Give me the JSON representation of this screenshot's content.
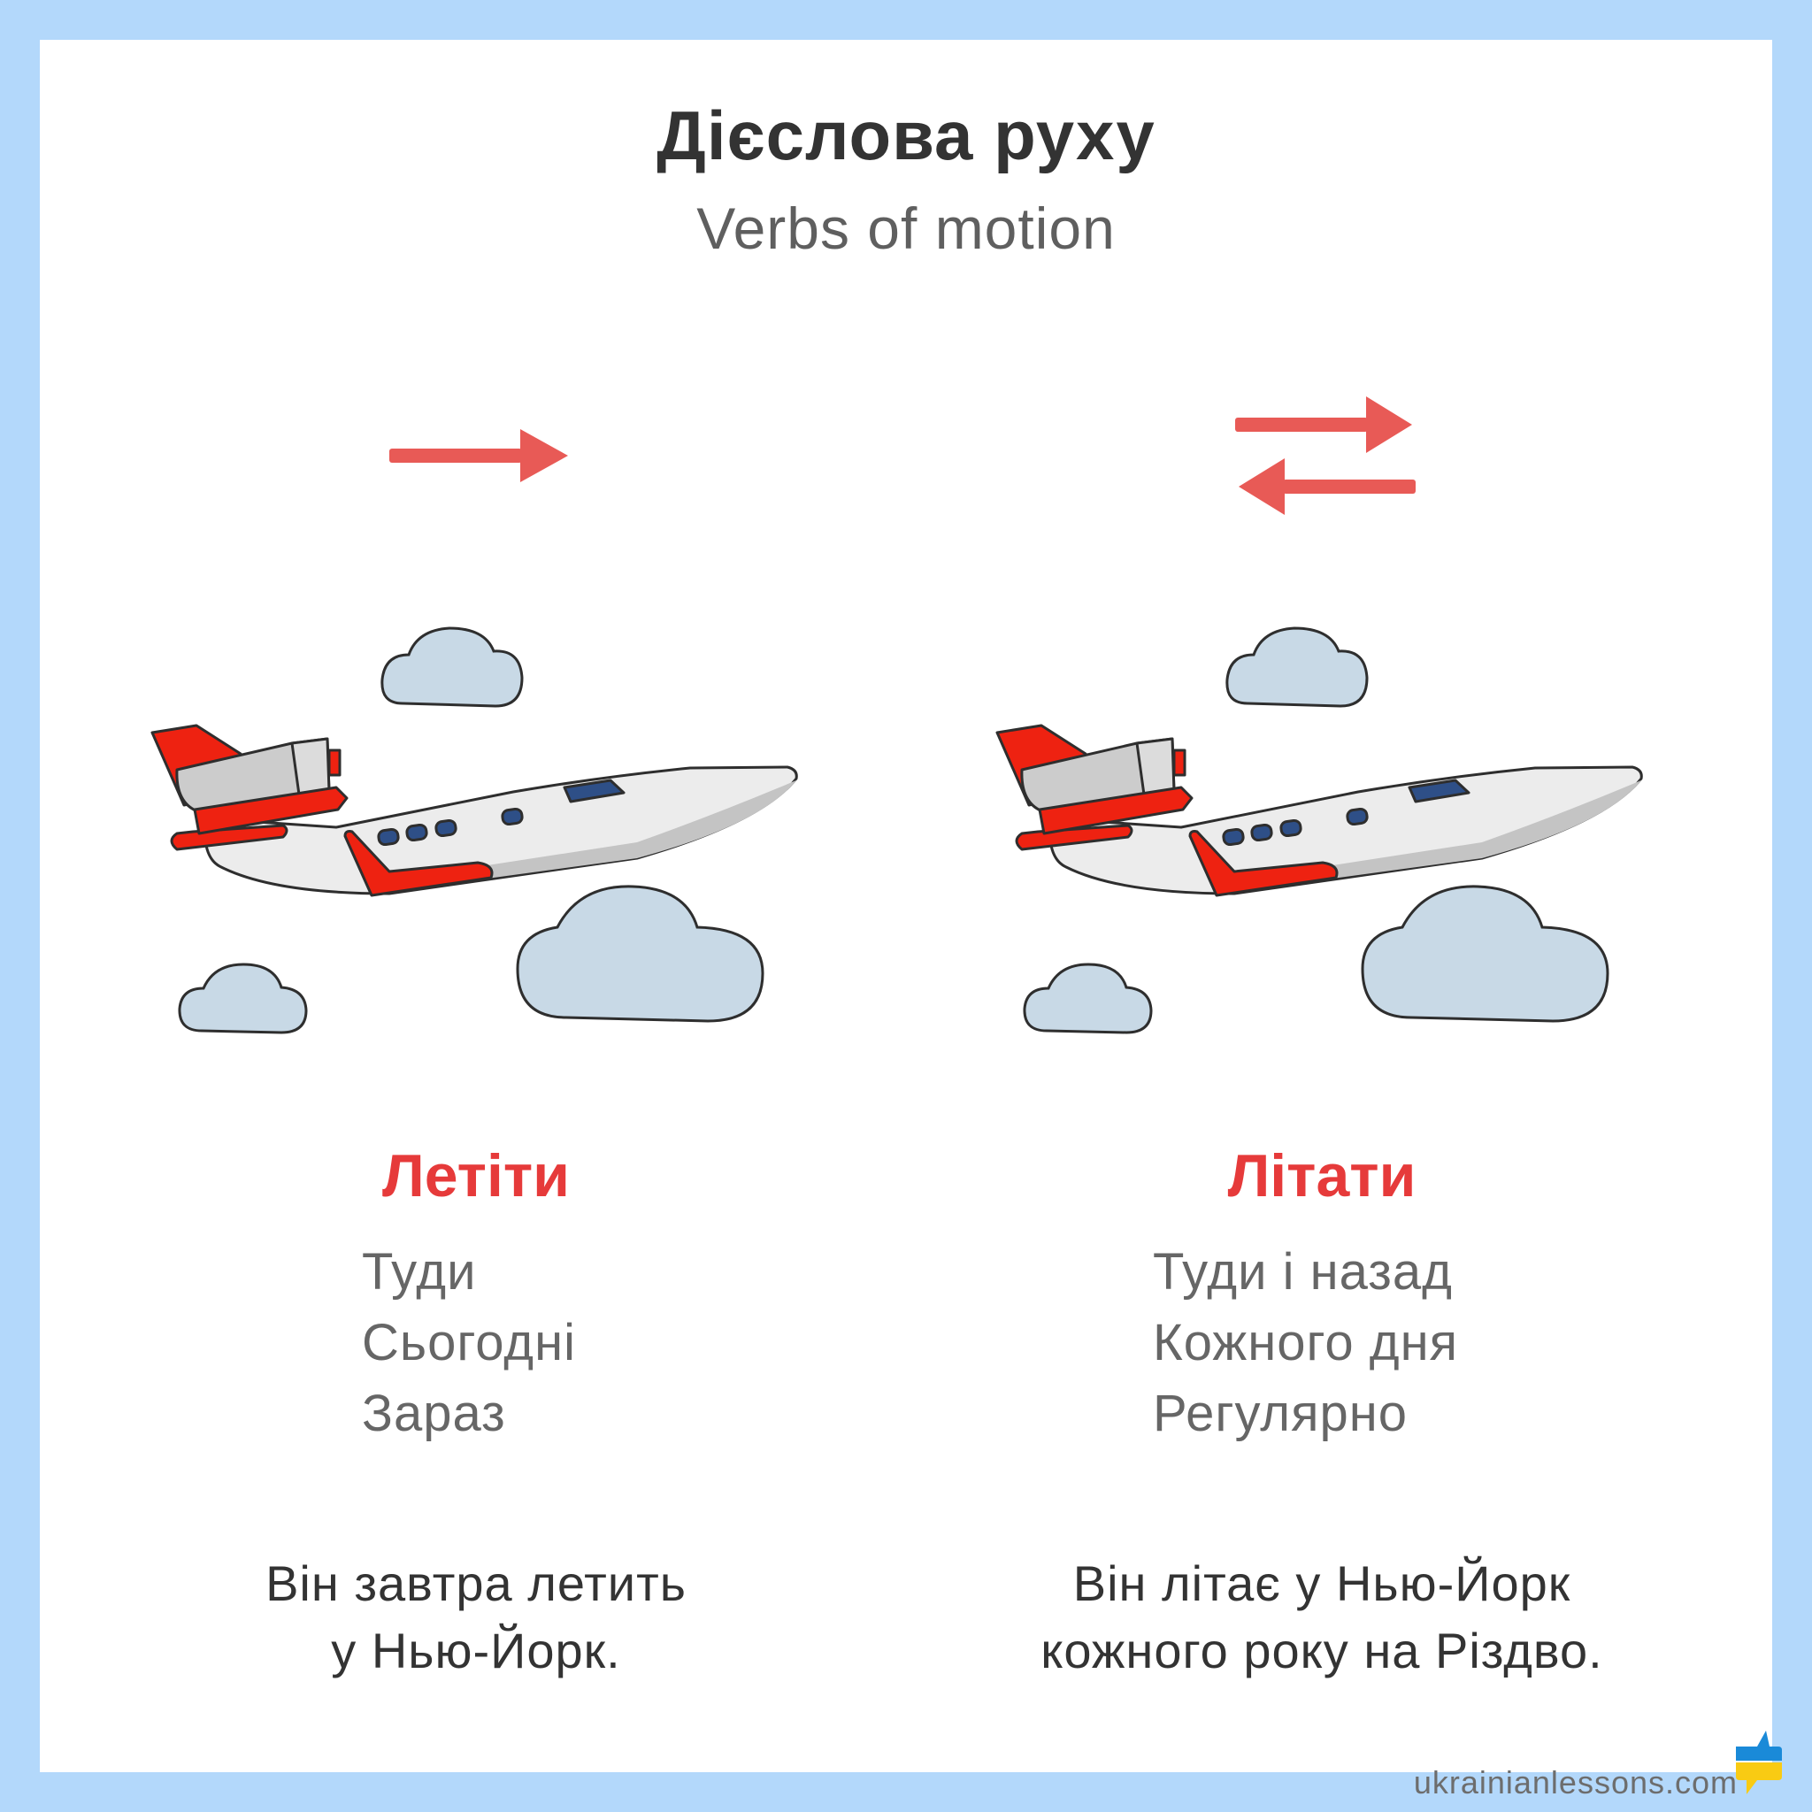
{
  "header": {
    "title": "Дієслова руху",
    "subtitle": "Verbs of motion"
  },
  "columns": [
    {
      "verb": "Летіти",
      "direction_icon": "right-arrow-icon",
      "words": [
        "Туди",
        "Сьогодні",
        "Зараз"
      ],
      "example": [
        "Він завтра летить",
        "у Нью-Йорк."
      ]
    },
    {
      "verb": "Літати",
      "direction_icon": "two-way-arrows-icon",
      "words": [
        "Туди і назад",
        "Кожного дня",
        "Регулярно"
      ],
      "example": [
        "Він літає у Нью-Йорк",
        "кожного року на Різдво."
      ]
    }
  ],
  "footer": {
    "site": "ukrainianlessons.com",
    "logo_icon": "speech-bubble-logo-icon"
  },
  "colors": {
    "frame": "#b3d8fb",
    "accent_red": "#e63a3a",
    "arrow": "#e85a56",
    "plane_red": "#ee2211",
    "cloud": "#c8d9e6",
    "logo_blue": "#1a8ad8",
    "logo_yellow": "#f9cb13"
  }
}
